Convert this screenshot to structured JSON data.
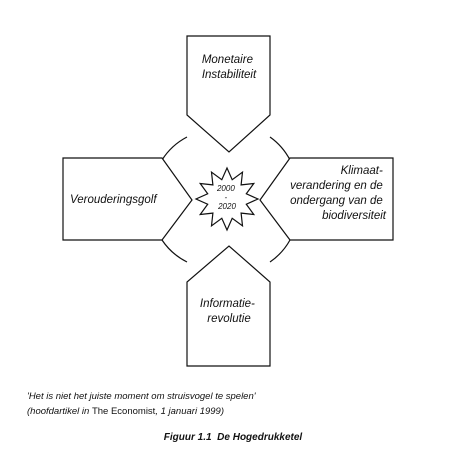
{
  "diagram": {
    "top_label": [
      "Monetaire",
      "Instabiliteit"
    ],
    "left_label": [
      "Verouderingsgolf"
    ],
    "right_label": [
      "Klimaat-",
      "verandering en de",
      "ondergang van de",
      "biodiversiteit"
    ],
    "bottom_label": [
      "Informatie-",
      "revolutie"
    ],
    "center_label": [
      "2000",
      "-",
      "2020"
    ]
  },
  "quote": {
    "line1": "'Het is niet het juiste moment om struisvogel te spelen'",
    "line2_prefix": "(hoofdartikel in ",
    "line2_source": "The Economist",
    "line2_suffix": ", 1 januari 1999)"
  },
  "figure": {
    "number": "Figuur 1.1",
    "title": "De Hogedrukketel"
  }
}
